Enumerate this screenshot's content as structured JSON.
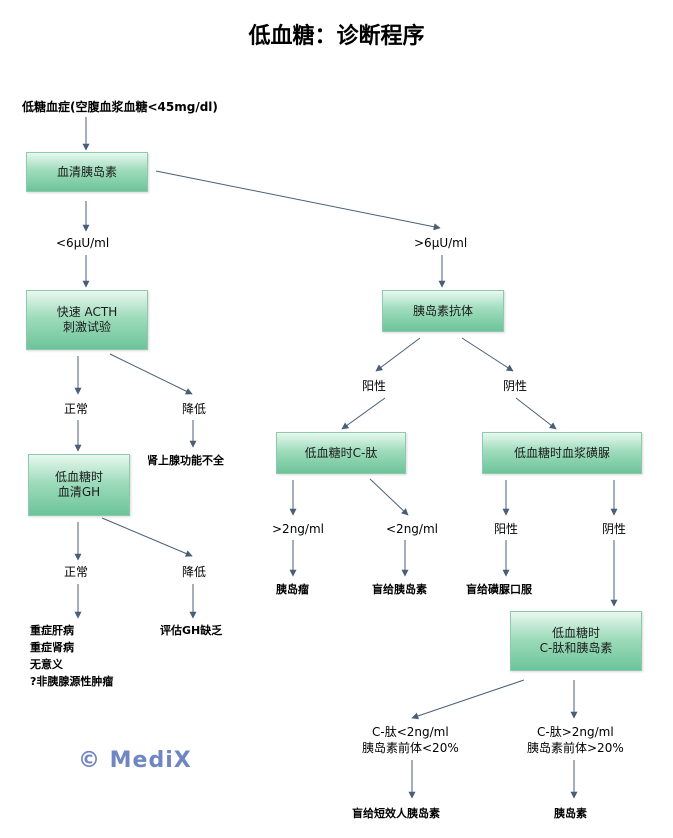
{
  "title": "低血糖：诊断程序",
  "start": "低糖血症(空腹血浆血糖<45mg/dl)",
  "boxes": {
    "serum_insulin": "血清胰岛素",
    "acth_test": "快速 ACTH\n刺激试验",
    "hypo_gh": "低血糖时\n血清GH",
    "insulin_antibody": "胰岛素抗体",
    "hypo_cpeptide": "低血糖时C-肽",
    "hypo_sulfonylurea": "低血糖时血浆磺脲",
    "hypo_cpeptide_insulin": "低血糖时\nC-肽和胰岛素"
  },
  "labels": {
    "insulin_low": "<6μU/ml",
    "insulin_high": ">6μU/ml",
    "acth_normal": "正常",
    "acth_low": "降低",
    "gh_normal": "正常",
    "gh_low": "降低",
    "ab_positive": "阳性",
    "ab_negative": "阴性",
    "cp_high": ">2ng/ml",
    "cp_low": "<2ng/ml",
    "su_positive": "阳性",
    "su_negative": "阴性",
    "cp_low_proinsulin_low": "C-肽<2ng/ml\n胰岛素前体<20%",
    "cp_high_proinsulin_high": "C-肽>2ng/ml\n胰岛素前体>20%"
  },
  "results": {
    "adrenal": "肾上腺功能不全",
    "liver_kidney": "重症肝病\n重症肾病\n无意义\n?非胰腺源性肿瘤",
    "gh_deficiency": "评估GH缺乏",
    "insulinoma_1": "胰岛瘤",
    "blind_insulin": "盲给胰岛素",
    "blind_sulfonylurea": "盲给磺脲口服",
    "short_acting_insulin": "盲给短效人胰岛素",
    "insulinoma_2": "胰岛素"
  },
  "watermark": "© MediX",
  "colors": {
    "arrow": "#4a5f77",
    "box_top": "#e8f8ef",
    "box_bottom": "#6cc49a",
    "watermark": "#6f86c2"
  }
}
